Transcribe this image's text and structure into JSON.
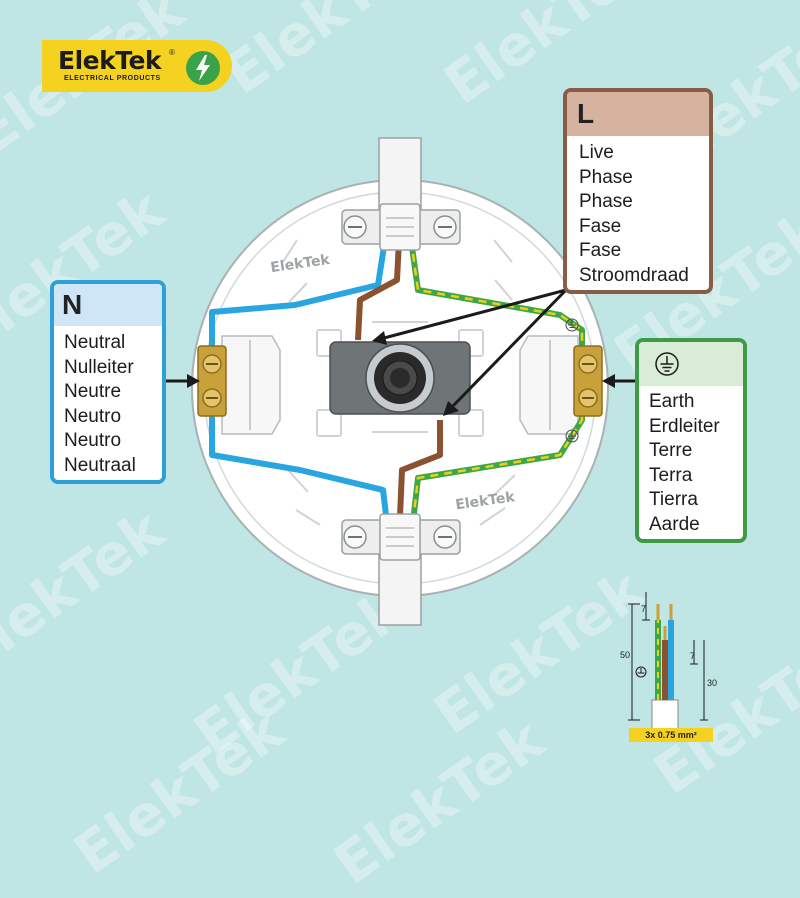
{
  "brand": {
    "name": "ElekTek",
    "registered": "®",
    "subtitle": "ELECTRICAL PRODUCTS",
    "watermark": "ElekTek",
    "colors": {
      "logo_bg": "#f5d21f",
      "bolt": "#3aa34a",
      "background": "#bfe5e4"
    }
  },
  "panels": {
    "neutral": {
      "letter": "N",
      "labels": [
        "Neutral",
        "Nulleiter",
        "Neutre",
        "Neutro",
        "Neutro",
        "Neutraal"
      ],
      "color": "#2ea0d8"
    },
    "live": {
      "letter": "L",
      "labels": [
        "Live",
        "Phase",
        "Phase",
        "Fase",
        "Fase",
        "Stroomdraad"
      ],
      "color": "#875d47"
    },
    "earth": {
      "icon": "earth-ground-icon",
      "labels": [
        "Earth",
        "Erdleiter",
        "Terre",
        "Terra",
        "Tierra",
        "Aarde"
      ],
      "color": "#3e9a45"
    }
  },
  "diagram": {
    "body_logo": "ElekTek",
    "wires": {
      "live": "#8a5230",
      "neutral": "#29a6e0",
      "earth_green": "#3fa648",
      "earth_yellow": "#e8d21a"
    }
  },
  "cable_spec": {
    "dim_7_top": "7",
    "dim_50": "50",
    "dim_7_mid": "7",
    "dim_30": "30",
    "size": "3x 0.75 mm²"
  }
}
